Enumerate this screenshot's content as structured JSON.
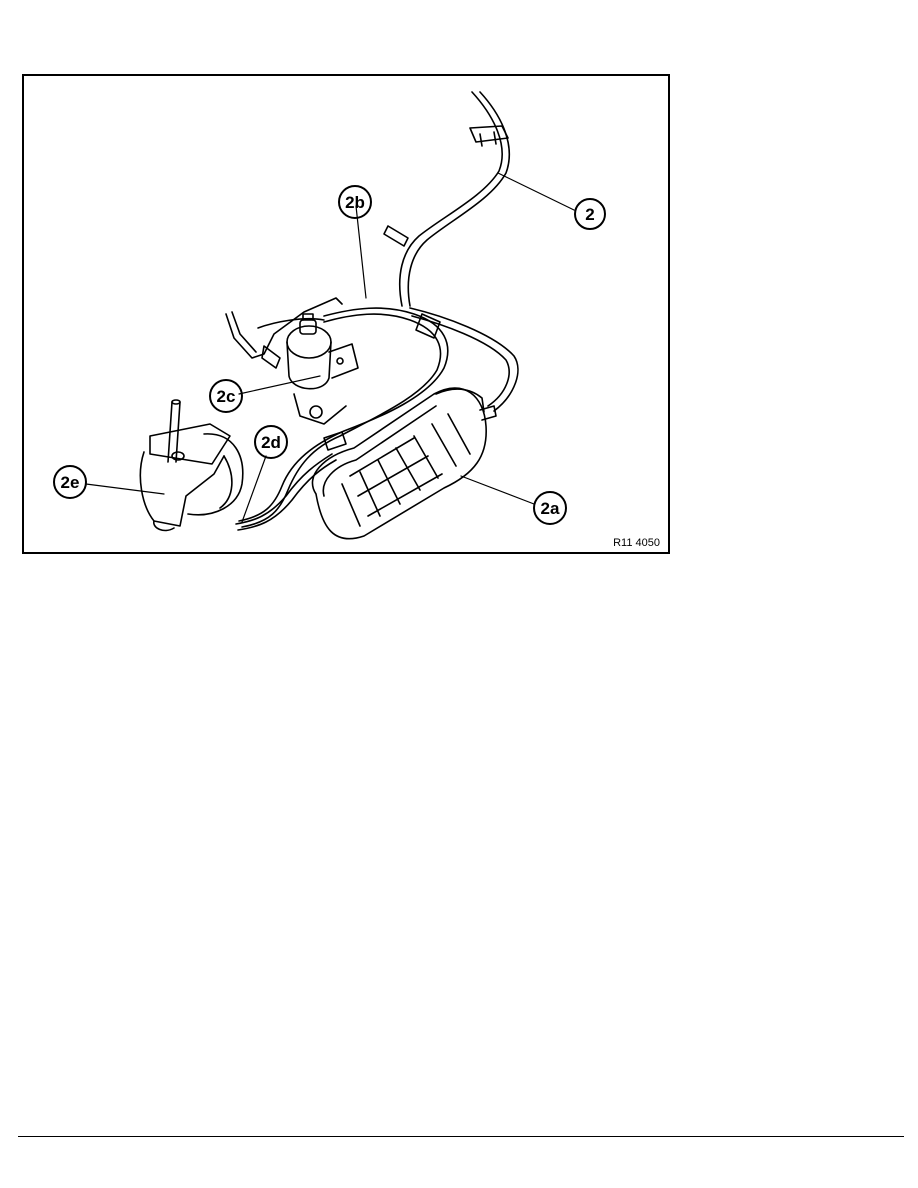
{
  "figure": {
    "callouts": {
      "c2": "2",
      "c2a": "2a",
      "c2b": "2b",
      "c2c": "2c",
      "c2d": "2d",
      "c2e": "2e"
    },
    "reference_code": "R11 4050"
  }
}
